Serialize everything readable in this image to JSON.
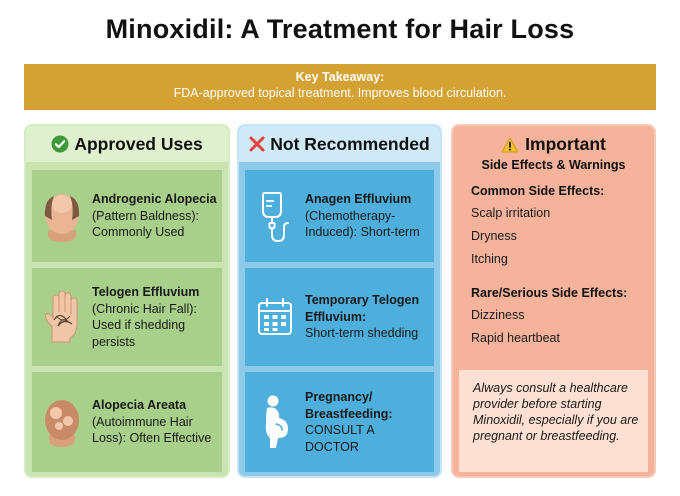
{
  "title": "Minoxidil: A Treatment for Hair Loss",
  "takeaway": {
    "title": "Key Takeaway:",
    "text": "FDA-approved topical treatment. Improves blood circulation."
  },
  "approved": {
    "heading": "Approved Uses",
    "items": [
      {
        "name": "Androgenic Alopecia",
        "detail": "(Pattern Baldness): Commonly Used",
        "icon": "balding-head-icon"
      },
      {
        "name": "Telogen Effluvium",
        "detail": "(Chronic Hair Fall): Used if shedding persists",
        "icon": "hand-with-hair-icon"
      },
      {
        "name": "Alopecia Areata",
        "detail": "(Autoimmune Hair Loss): Often Effective",
        "icon": "patchy-scalp-icon"
      }
    ]
  },
  "not_recommended": {
    "heading": "Not Recommended",
    "items": [
      {
        "name": "Anagen Effluvium",
        "detail": "(Chemotherapy-Induced): Short-term",
        "icon": "iv-drip-icon"
      },
      {
        "name": "Temporary Telogen Effluvium:",
        "detail": "Short-term shedding",
        "icon": "calendar-icon"
      },
      {
        "name": "Pregnancy/ Breastfeeding:",
        "detail": "CONSULT A DOCTOR",
        "icon": "pregnant-woman-icon"
      }
    ]
  },
  "important": {
    "heading": "Important",
    "subheading": "Side Effects & Warnings",
    "common_title": "Common Side Effects:",
    "common": [
      "Scalp irritation",
      "Dryness",
      "Itching"
    ],
    "rare_title": "Rare/Serious Side Effects:",
    "rare": [
      "Dizziness",
      "Rapid heartbeat"
    ],
    "note": "Always consult a healthcare provider before starting Minoxidil, especially if you are pregnant or breastfeeding."
  },
  "colors": {
    "takeaway": "#d4a233",
    "approved": "#a8d08a",
    "not_recommended": "#4eaedc",
    "important": "#f6b39c"
  }
}
